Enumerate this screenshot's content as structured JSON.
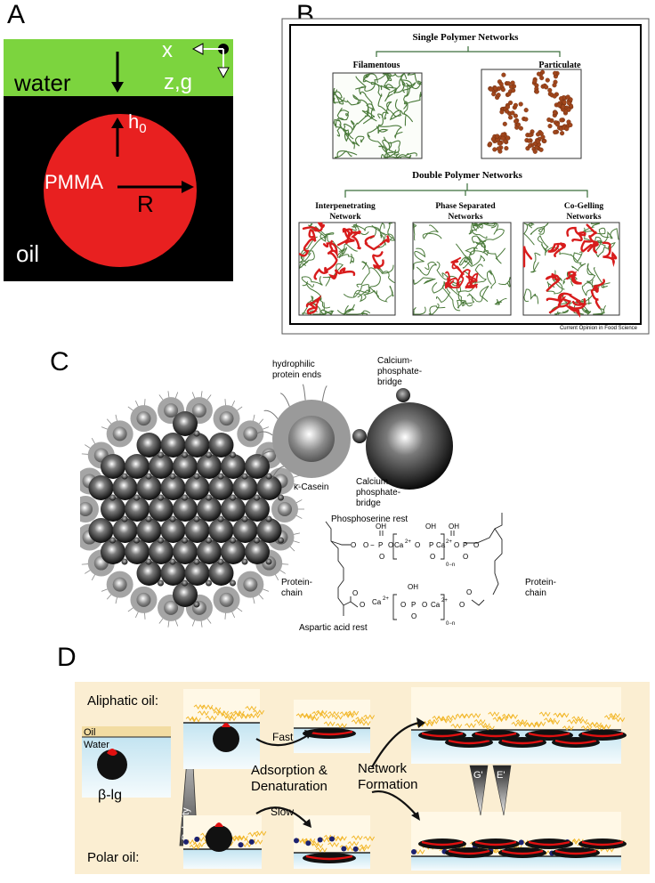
{
  "panels": {
    "a": {
      "letter": "A",
      "water_label": "water",
      "oil_label": "oil",
      "sphere_label": "PMMA",
      "radius_label": "R",
      "gap_label": "h",
      "gap_subscript": "0",
      "x_label": "x",
      "zg_label": "z,g",
      "colors": {
        "water": "#7cd43e",
        "oil": "#000000",
        "sphere": "#e82020"
      }
    },
    "b": {
      "letter": "B",
      "single_title": "Single Polymer Networks",
      "filamentous": "Filamentous",
      "particulate": "Particulate",
      "double_title": "Double Polymer Networks",
      "interpenetrating_1": "Interpenetrating",
      "interpenetrating_2": "Network",
      "phase_1": "Phase Separated",
      "phase_2": "Networks",
      "cogel_1": "Co-Gelling",
      "cogel_2": "Networks",
      "journal": "Current Opinion in Food Science",
      "colors": {
        "strand_green": "#4a7a3a",
        "strand_red": "#d81c1c",
        "particle": "#a0461c"
      }
    },
    "c": {
      "letter": "C",
      "hydrophilic": [
        "hydrophilic",
        "protein ends"
      ],
      "bridge_top": [
        "Calcium-",
        "phosphate-",
        "bridge"
      ],
      "kappa_casein": "κ-Casein",
      "bridge_mid": [
        "Calcium",
        "phosphate-",
        "bridge"
      ],
      "phosphoserine": "Phosphoserine rest",
      "protein_chain_left": [
        "Protein-",
        "chain"
      ],
      "protein_chain_right": [
        "Protein-",
        "chain"
      ],
      "aspartic": "Aspartic acid rest",
      "ca": "Ca",
      "charge": "2+",
      "oh": "OH",
      "o": "O",
      "p": "P",
      "index": "0−n"
    },
    "d": {
      "letter": "D",
      "aliphatic": "Aliphatic oil:",
      "polar": "Polar oil:",
      "oil": "Oil",
      "water": "Water",
      "blg": "β-lg",
      "polarity": "Polarity",
      "fast": "Fast",
      "slow": "Slow",
      "adsorption_1": "Adsorption &",
      "adsorption_2": "Denaturation",
      "network_1": "Network",
      "network_2": "Formation",
      "g_prime": "G'",
      "e_prime": "E'",
      "colors": {
        "background": "#fbeed2",
        "water": "#cfe9f3",
        "chain": "#f2b72a",
        "head": "#1c2270"
      }
    }
  }
}
